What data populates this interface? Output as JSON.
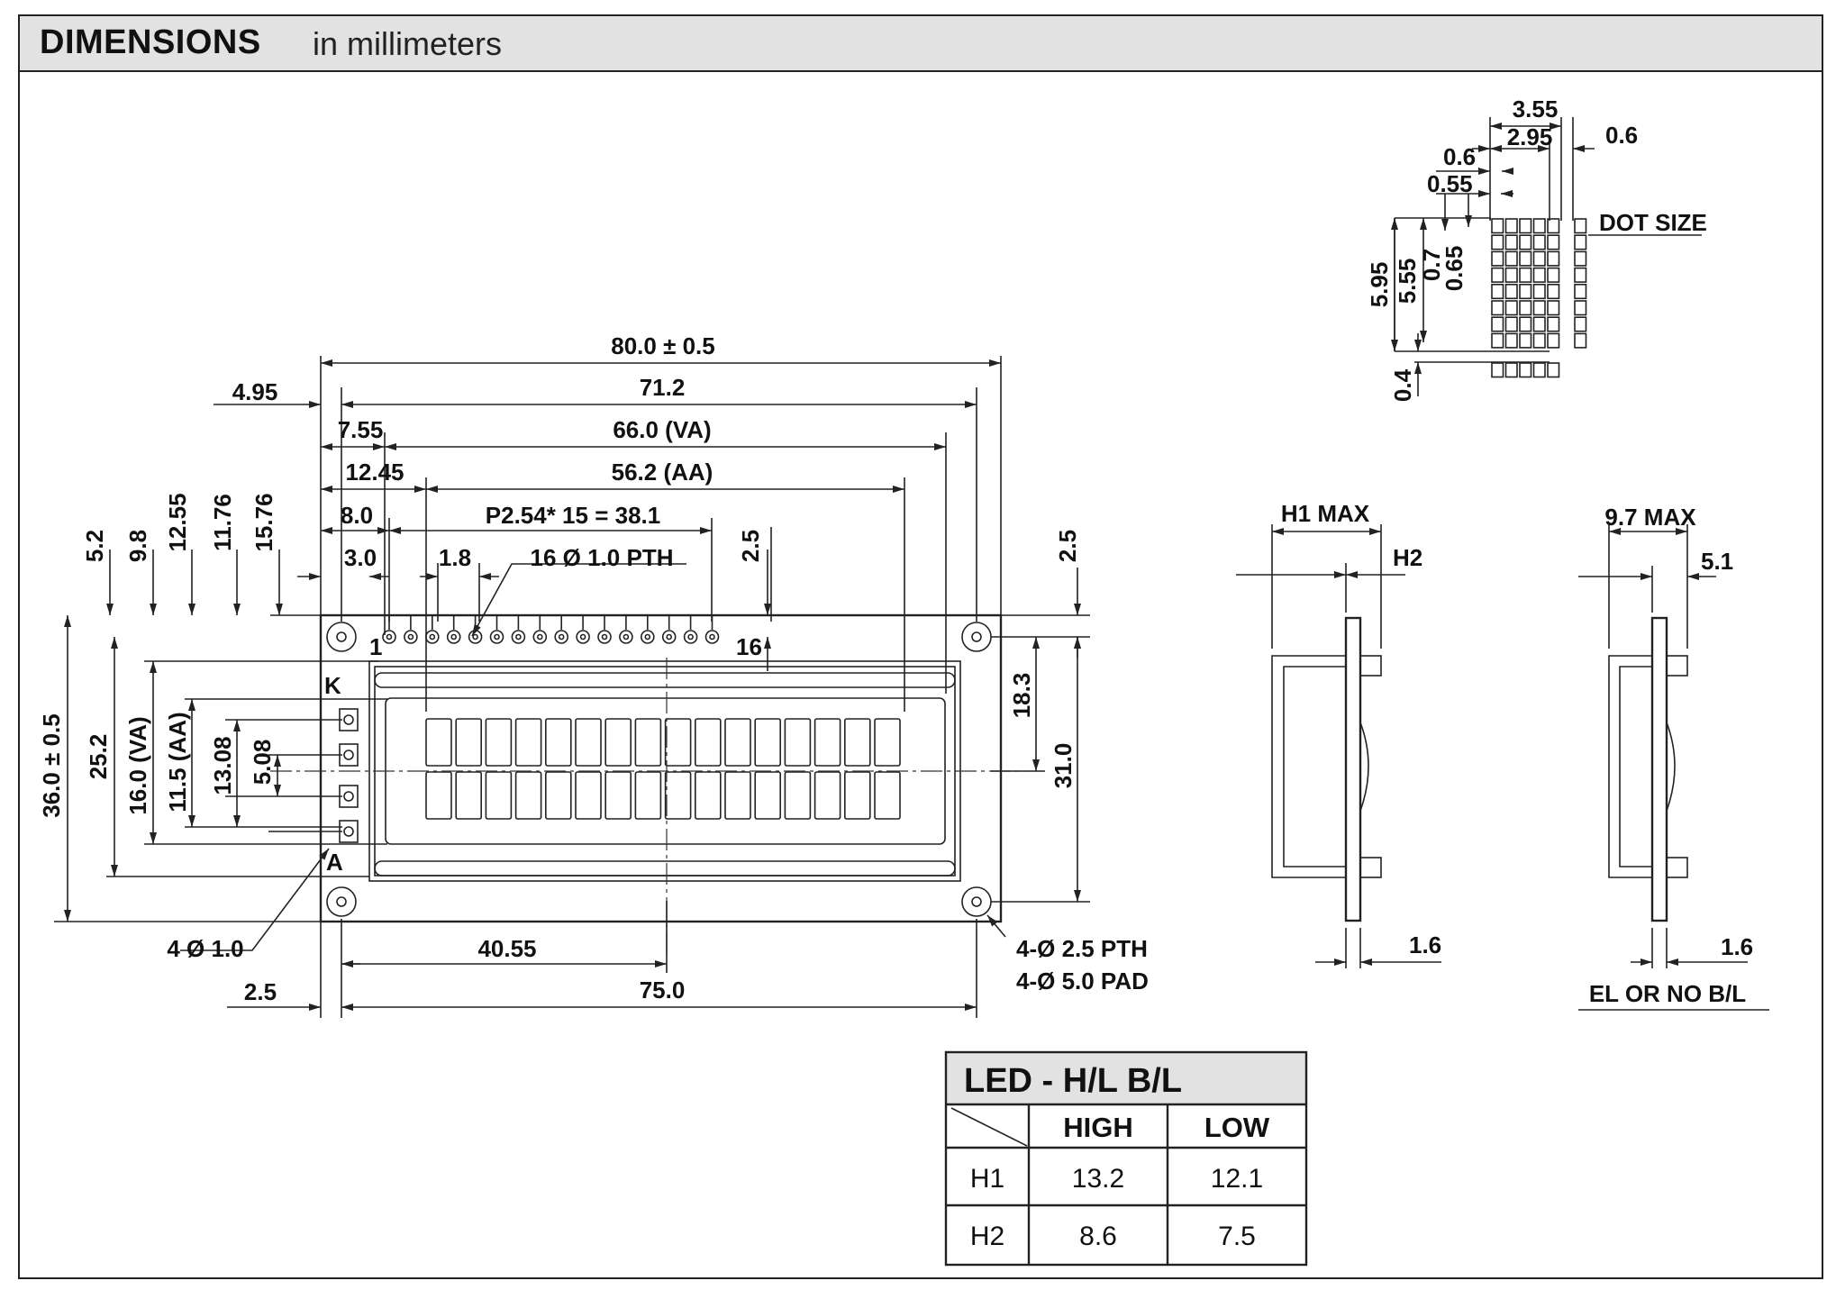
{
  "header": {
    "title_bold": "DIMENSIONS",
    "title_rest": "in millimeters"
  },
  "front": {
    "overall_width": "80.0 ± 0.5",
    "mount_hole_span": "71.2",
    "view_area": "66.0 (VA)",
    "active_area": "56.2 (AA)",
    "pin_pitch": "P2.54* 15 = 38.1",
    "pin_holes": "16 Ø 1.0 PTH",
    "off_4_95": "4.95",
    "off_7_55": "7.55",
    "off_12_45": "12.45",
    "off_8_0": "8.0",
    "off_3_0": "3.0",
    "off_1_8": "1.8",
    "top_2_5": "2.5",
    "right_2_5": "2.5",
    "v_5_2": "5.2",
    "v_9_8": "9.8",
    "v_12_55": "12.55",
    "v_11_76": "11.76",
    "v_15_76": "15.76",
    "overall_height": "36.0 ± 0.5",
    "h_25_2": "25.2",
    "h_16_va": "16.0 (VA)",
    "h_11_5_aa": "11.5 (AA)",
    "h_13_08": "13.08",
    "h_5_08": "5.08",
    "h_18_3": "18.3",
    "h_31_0": "31.0",
    "pin_1": "1",
    "pin_16": "16",
    "led_k": "K",
    "led_a": "A",
    "led_holes": "4 Ø 1.0",
    "b_2_5": "2.5",
    "b_40_55": "40.55",
    "b_75_0": "75.0",
    "mount_pth": "4-Ø 2.5 PTH",
    "mount_pad": "4-Ø 5.0 PAD"
  },
  "dot": {
    "w_3_55": "3.55",
    "w_2_95": "2.95",
    "w_0_6": "0.6",
    "w_0_6b": "0.6",
    "w_0_55": "0.55",
    "label": "DOT SIZE",
    "h_5_95": "5.95",
    "h_5_55": "5.55",
    "h_0_7": "0.7",
    "h_0_65": "0.65",
    "h_0_4": "0.4"
  },
  "side_led": {
    "h1": "H1 MAX",
    "h2": "H2",
    "t": "1.6"
  },
  "side_el": {
    "w": "9.7 MAX",
    "w2": "5.1",
    "t": "1.6",
    "label": "EL OR NO B/L"
  },
  "table": {
    "title": "LED - H/L B/L",
    "col_high": "HIGH",
    "col_low": "LOW",
    "rows": [
      {
        "label": "H1",
        "high": "13.2",
        "low": "12.1"
      },
      {
        "label": "H2",
        "high": "8.6",
        "low": "7.5"
      }
    ]
  }
}
